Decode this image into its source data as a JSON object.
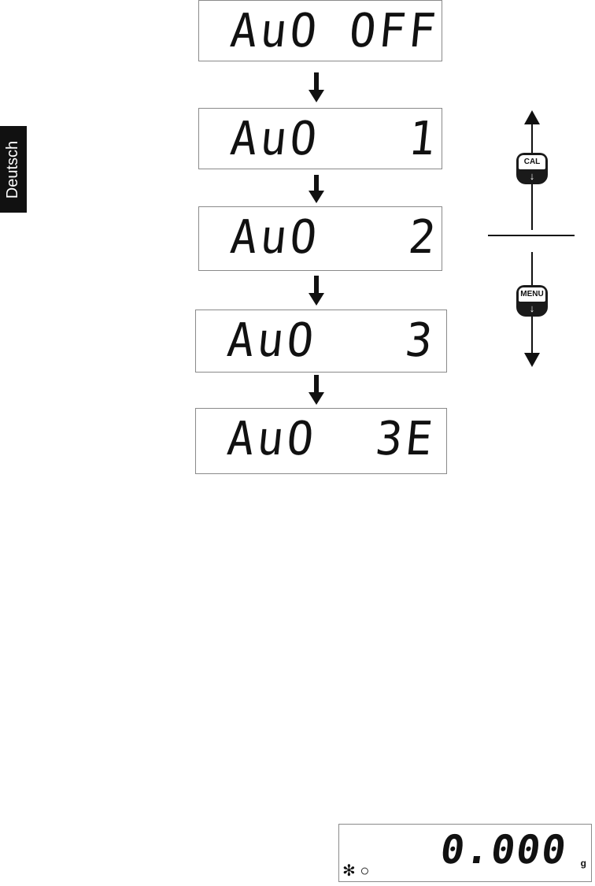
{
  "language_tab": "Deutsch",
  "displays": [
    {
      "text": "AuO OFF"
    },
    {
      "text": "AuO   1"
    },
    {
      "text": "AuO   2"
    },
    {
      "text": "AuO   3"
    },
    {
      "text": "AuO  3E"
    }
  ],
  "keys": {
    "up": {
      "label": "CAL",
      "icon": "down-arrow-icon",
      "glyph": "↓"
    },
    "down": {
      "label": "MENU",
      "icon": "down-arrow-icon",
      "glyph": "↓"
    }
  },
  "weight_display": {
    "value": "0.000",
    "unit": "g",
    "symbols": "✻ ○"
  }
}
